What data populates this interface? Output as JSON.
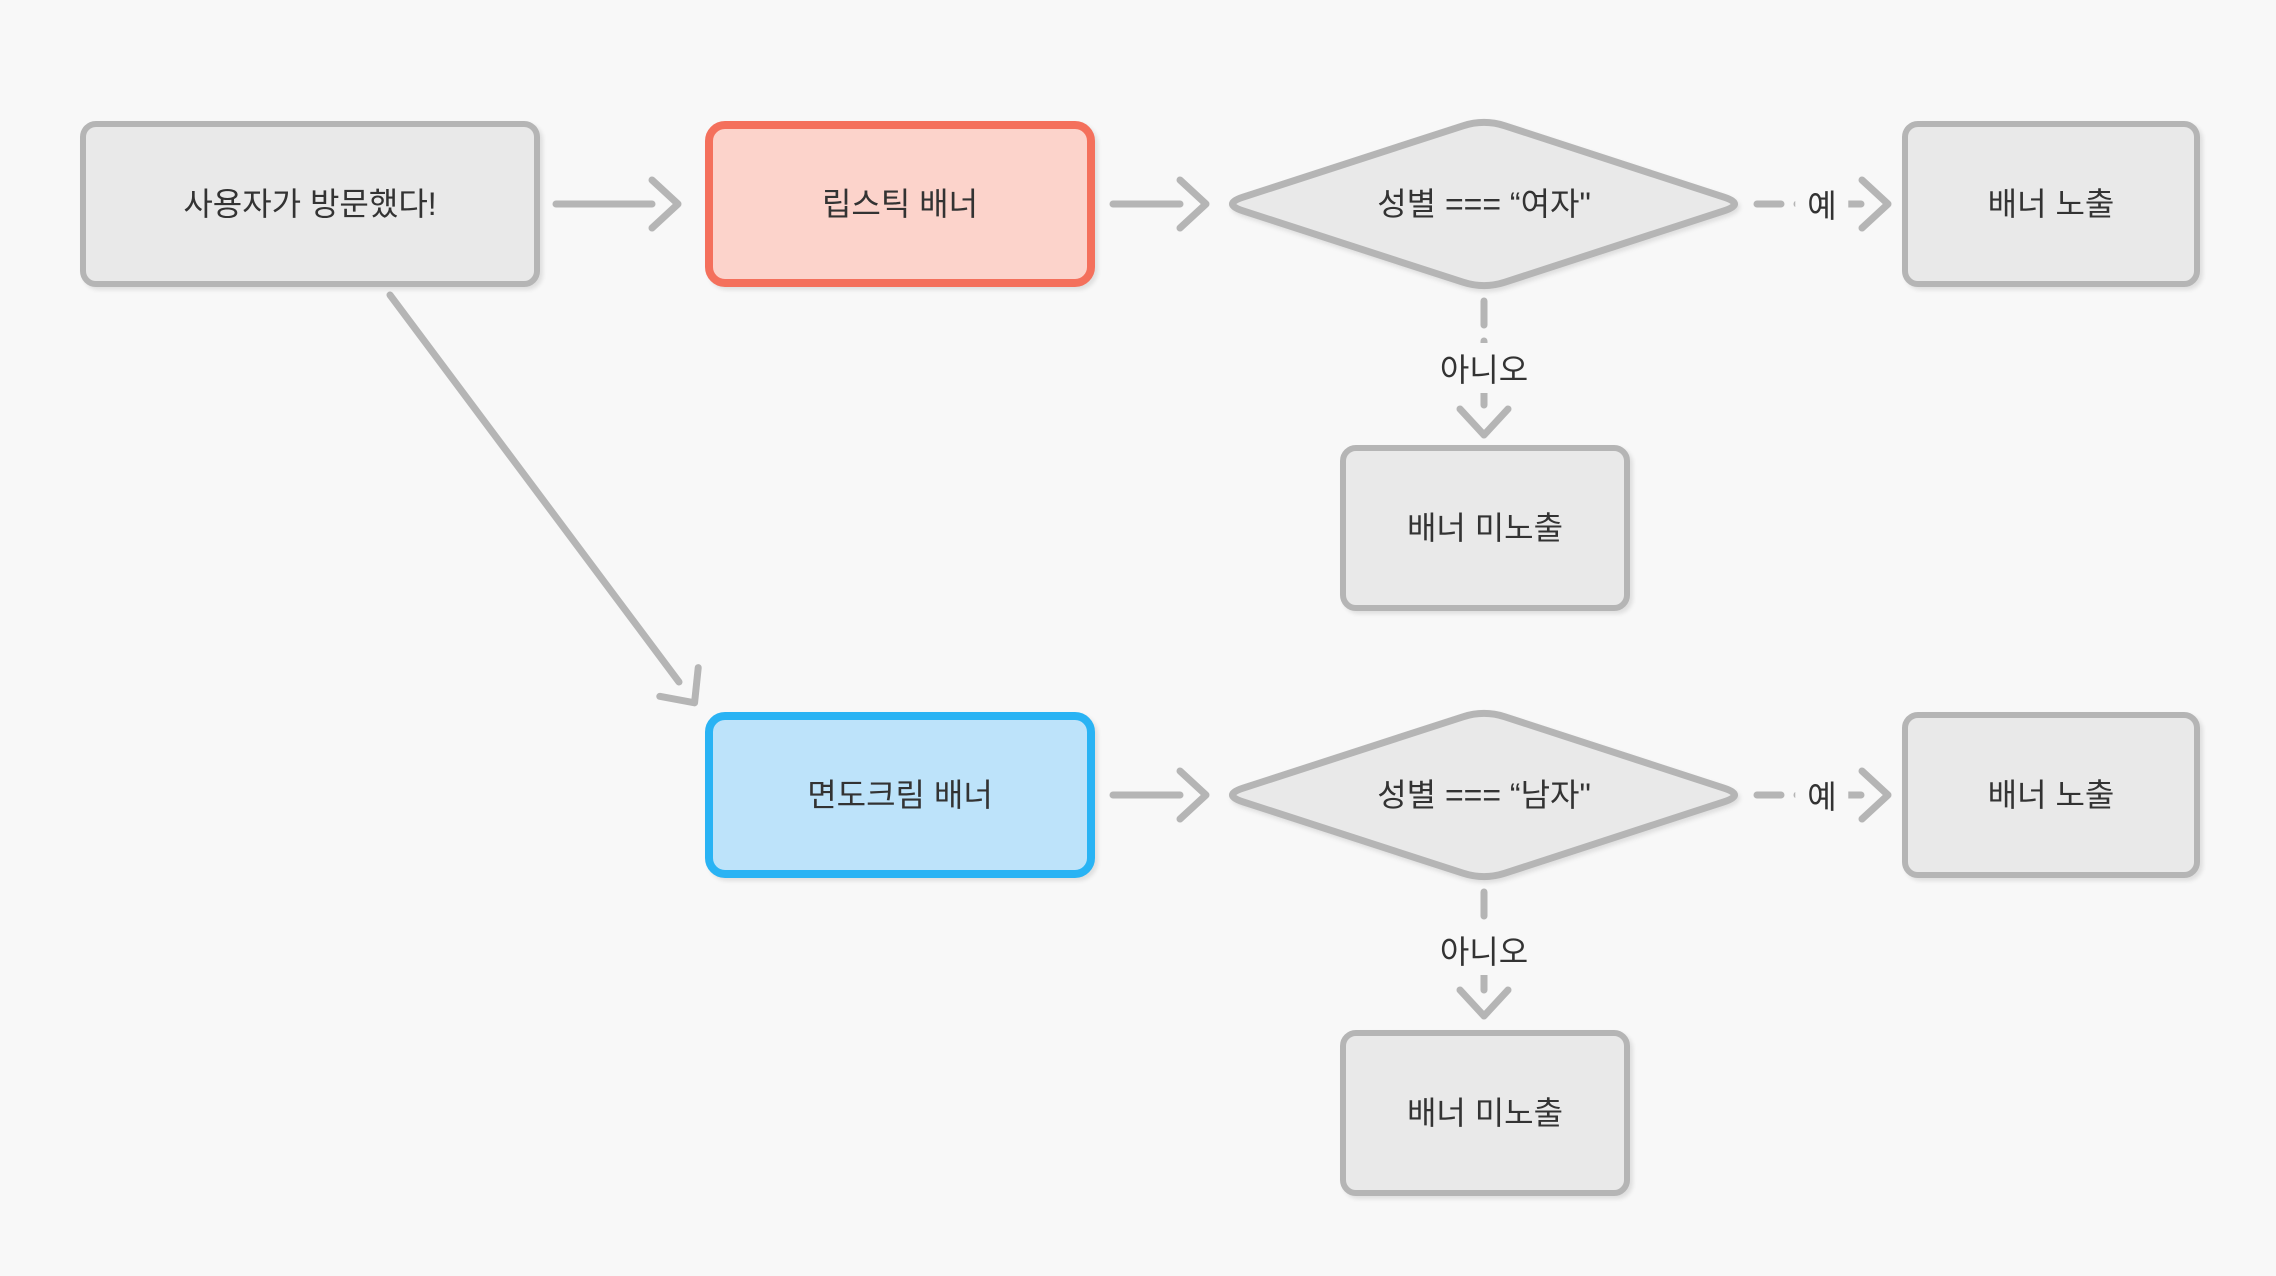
{
  "diagram": {
    "background": "#f8f8f8",
    "colors": {
      "bg": "#f8f8f8",
      "node_fill": "#e9e9e9",
      "node_border": "#b5b5b5",
      "red_fill": "#fcd3cb",
      "red_border": "#f4705c",
      "blue_fill": "#bde3fa",
      "blue_border": "#29b3f4",
      "edge": "#b5b5b5",
      "text": "#333333"
    },
    "nodes": {
      "start": {
        "label": "사용자가 방문했다!"
      },
      "lipstick_banner": {
        "label": "립스틱 배너"
      },
      "decision_female": {
        "label": "성별 === “여자\""
      },
      "banner_shown_1": {
        "label": "배너 노출"
      },
      "banner_hidden_1": {
        "label": "배너 미노출"
      },
      "shaving_cream_banner": {
        "label": "면도크림 배너"
      },
      "decision_male": {
        "label": "성별 === “남자\""
      },
      "banner_shown_2": {
        "label": "배너 노출"
      },
      "banner_hidden_2": {
        "label": "배너 미노출"
      }
    },
    "edge_labels": {
      "yes_1": "예",
      "no_1": "아니오",
      "yes_2": "예",
      "no_2": "아니오"
    }
  }
}
